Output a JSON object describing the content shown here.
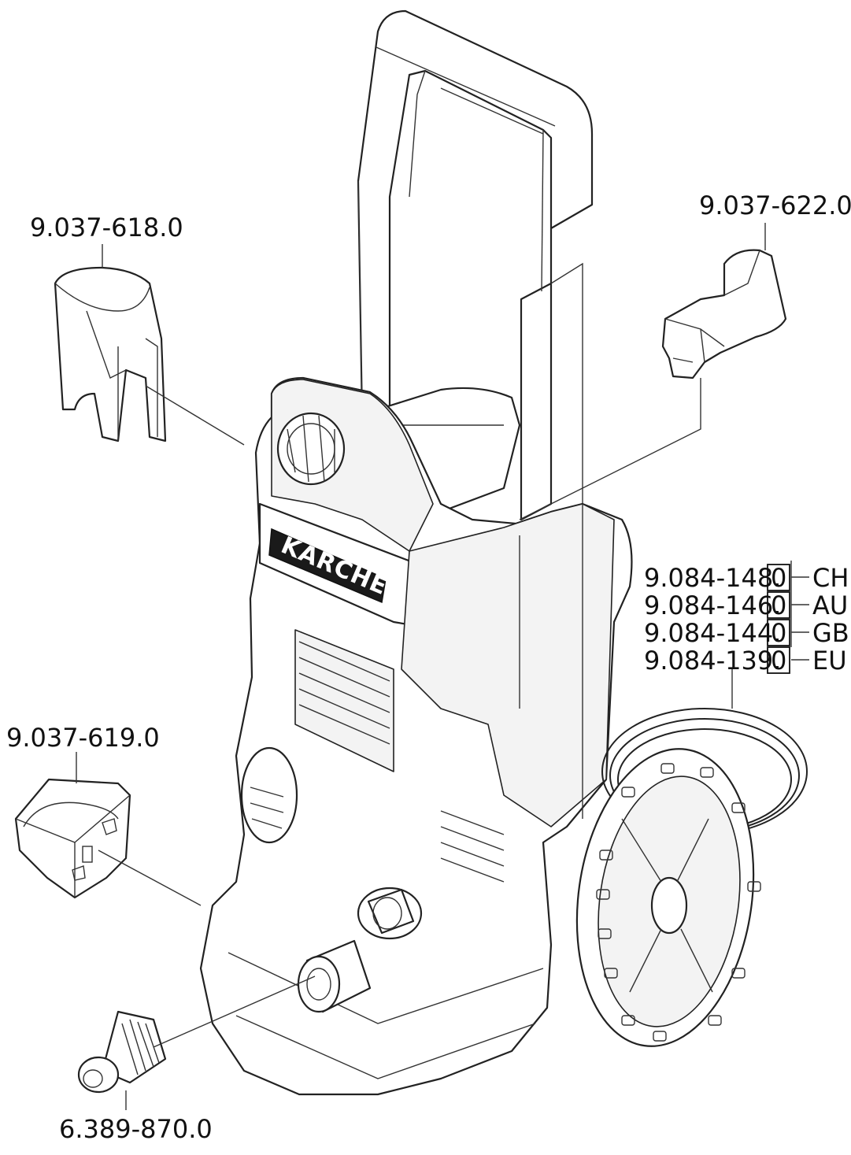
{
  "callouts": {
    "top_left": "9.037-618.0",
    "top_right": "9.037-622.0",
    "mid_left": "9.037-619.0",
    "bottom": "6.389-870.0"
  },
  "cable_variants": [
    {
      "part": "9.084-148.",
      "suffix": "0",
      "region": "CH"
    },
    {
      "part": "9.084-146.",
      "suffix": "0",
      "region": "AU"
    },
    {
      "part": "9.084-144.",
      "suffix": "0",
      "region": "GB"
    },
    {
      "part": "9.084-139.",
      "suffix": "0",
      "region": "EU"
    }
  ],
  "brand_label": "KÄRCHER"
}
